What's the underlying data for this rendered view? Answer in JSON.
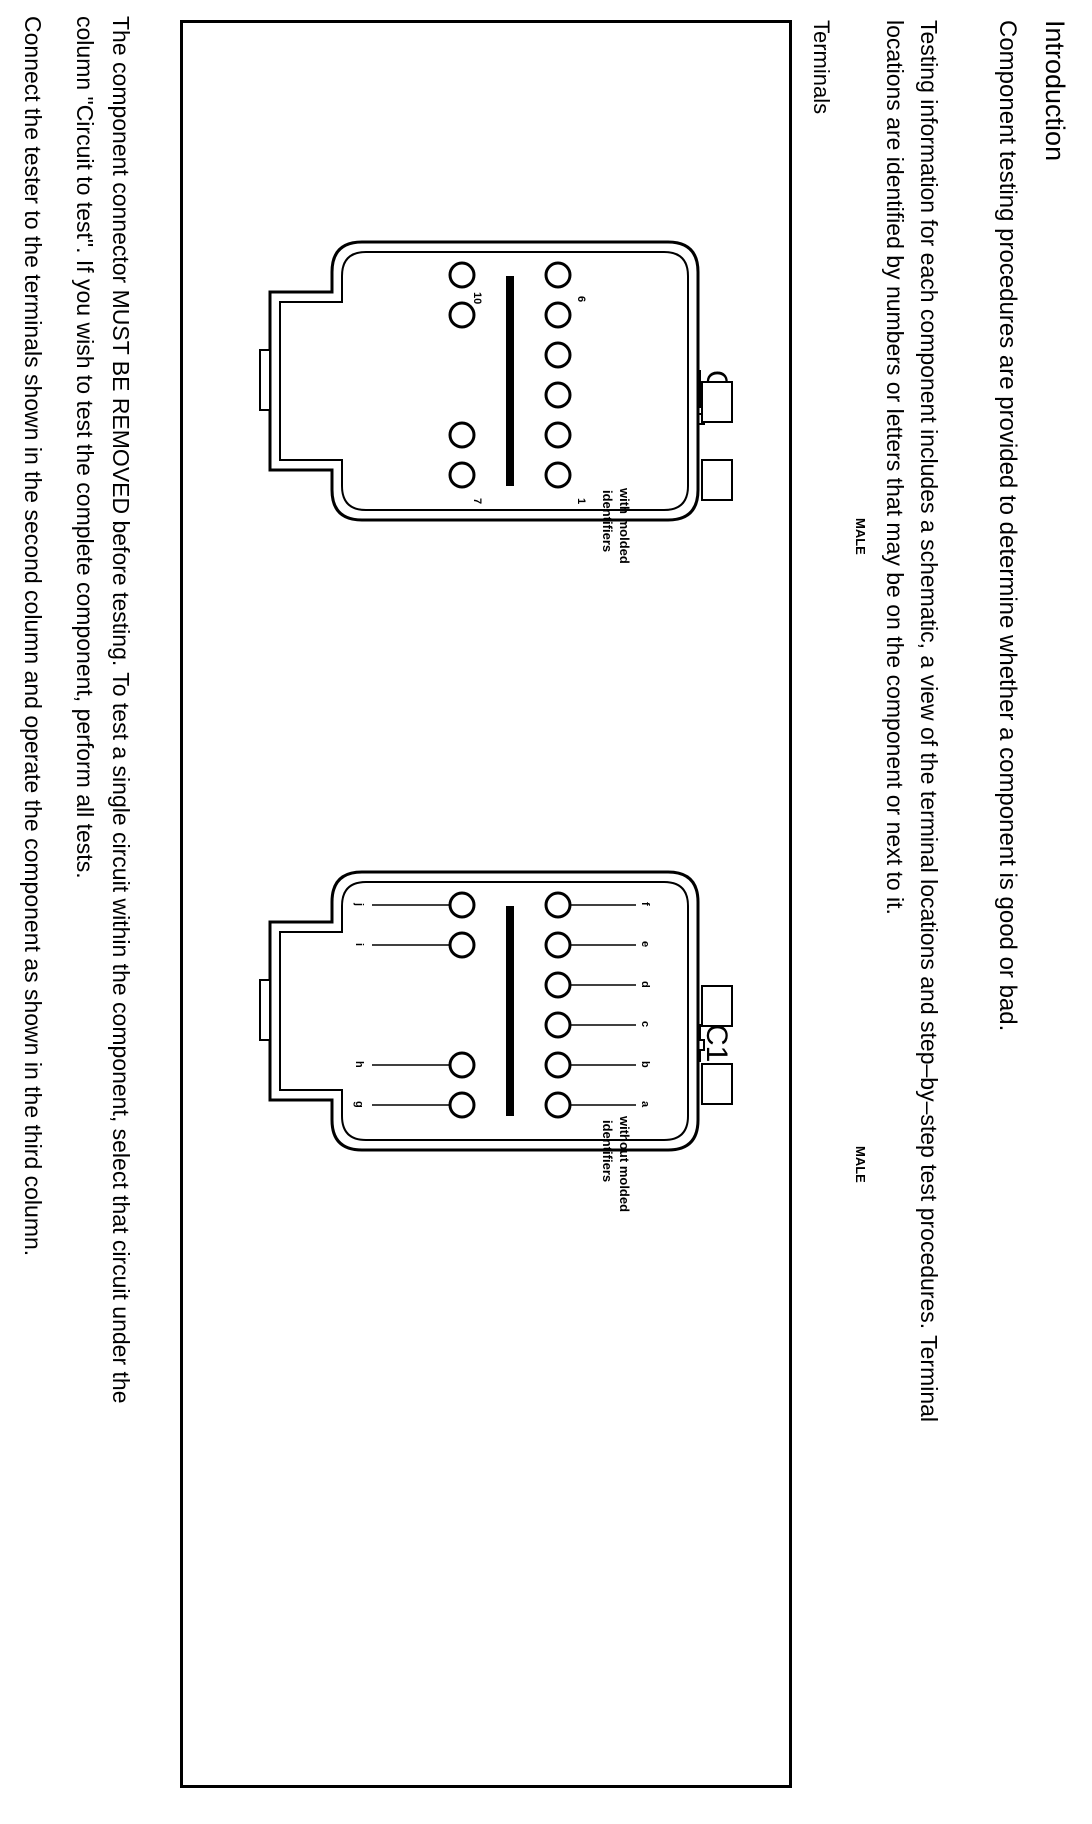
{
  "document": {
    "heading": "Introduction",
    "paragraph1": "Component testing procedures are provided to determine whether a component is good or bad.",
    "paragraph2_line1": "Testing information for each component includes a schematic, a view of the terminal locations and step–by–step test procedures. Terminal",
    "paragraph2_line2": "locations are identified by numbers or letters that may be on the component or next to it.",
    "terminals_label": "Terminals",
    "paragraph3_line1": "The component connector MUST BE REMOVED before testing.  To test a single circuit within the component, select that circuit under the",
    "paragraph3_line2": "column \"Circuit to test\". If you wish to test the complete component, perform all tests.",
    "paragraph4": "Connect the tester to the terminals shown in the second column and operate the component as shown in the third column."
  },
  "diagram_left": {
    "connector_label": "C1",
    "note_line1": "with molded",
    "note_line2": "identifiers",
    "gender": "MALE",
    "pin_1": "1",
    "pin_6": "6",
    "pin_7": "7",
    "pin_10": "10"
  },
  "diagram_right": {
    "connector_label": "C1",
    "note_line1": "without molded",
    "note_line2": "identifiers",
    "gender": "MALE",
    "top_labels": [
      "a",
      "b",
      "c",
      "d",
      "e",
      "f"
    ],
    "bottom_labels": [
      "g",
      "h",
      "i",
      "j"
    ]
  }
}
